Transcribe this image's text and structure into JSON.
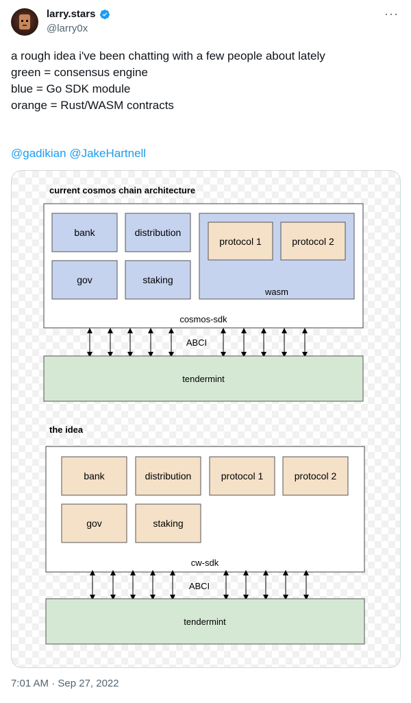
{
  "tweet": {
    "author_name": "larry.stars",
    "author_handle": "@larry0x",
    "text_lines": [
      "a rough idea i've been chatting with a few people about lately",
      "",
      "green = consensus engine",
      "blue = Go SDK module",
      "orange = Rust/WASM contracts"
    ],
    "mentions": [
      "@gadikian",
      "@JakeHartnell"
    ],
    "timestamp": "7:01 AM · Sep 27, 2022",
    "more_icon": "···"
  },
  "diagram": {
    "colors": {
      "green": "#d5e8d4",
      "blue": "#c6d3ef",
      "orange": "#f5e1c8",
      "border": "#555555"
    },
    "current": {
      "title": "current cosmos chain architecture",
      "modules": [
        "bank",
        "distribution",
        "gov",
        "staking"
      ],
      "wasm_label": "wasm",
      "contracts": [
        "protocol 1",
        "protocol 2"
      ],
      "sdk_label": "cosmos-sdk",
      "abci_label": "ABCI",
      "engine_label": "tendermint"
    },
    "idea": {
      "title": "the idea",
      "modules": [
        "bank",
        "distribution",
        "protocol 1",
        "protocol 2",
        "gov",
        "staking"
      ],
      "sdk_label": "cw-sdk",
      "abci_label": "ABCI",
      "engine_label": "tendermint"
    }
  }
}
